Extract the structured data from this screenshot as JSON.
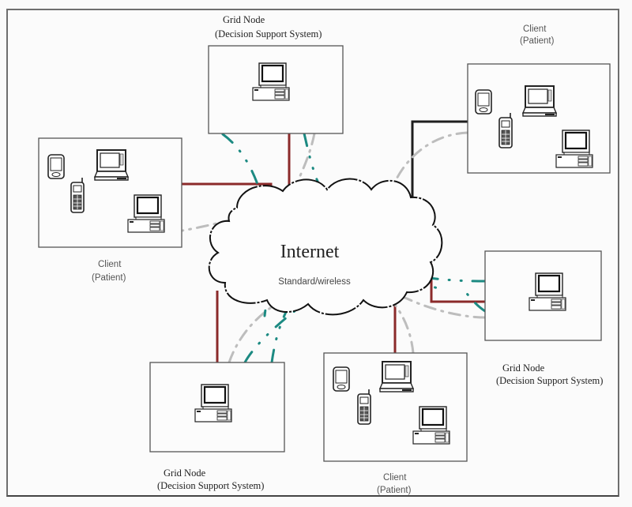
{
  "colors": {
    "wired_red": "#8b2a2a",
    "wired_black": "#1e1e1e",
    "wireless_teal": "#1c8a82",
    "wireless_gray": "#bdbdbd",
    "box_border": "#555555",
    "cloud_stroke": "#111111"
  },
  "cloud": {
    "title": "Internet",
    "subtitle": "Standard/wireless"
  },
  "nodes": [
    {
      "id": "grid-top",
      "type": "grid-node",
      "title": "Grid Node",
      "subtitle": "(Decision Support System)",
      "devices": [
        "desktop-computer"
      ]
    },
    {
      "id": "client-topright",
      "type": "client",
      "title": "Client",
      "subtitle": "(Patient)",
      "devices": [
        "pda",
        "mobile-phone",
        "laptop",
        "desktop-computer"
      ]
    },
    {
      "id": "client-left",
      "type": "client",
      "title": "Client",
      "subtitle": "(Patient)",
      "devices": [
        "pda",
        "mobile-phone",
        "laptop",
        "desktop-computer"
      ]
    },
    {
      "id": "grid-right",
      "type": "grid-node",
      "title": "Grid Node",
      "subtitle": "(Decision Support System)",
      "devices": [
        "desktop-computer"
      ]
    },
    {
      "id": "grid-bottom",
      "type": "grid-node",
      "title": "Grid Node",
      "subtitle": "(Decision Support System)",
      "devices": [
        "desktop-computer"
      ]
    },
    {
      "id": "client-bottom",
      "type": "client",
      "title": "Client",
      "subtitle": "(Patient)",
      "devices": [
        "pda",
        "mobile-phone",
        "laptop",
        "desktop-computer"
      ]
    }
  ],
  "connection_types": [
    "wired",
    "wireless-teal-dashdot",
    "wireless-gray-dashdot"
  ]
}
